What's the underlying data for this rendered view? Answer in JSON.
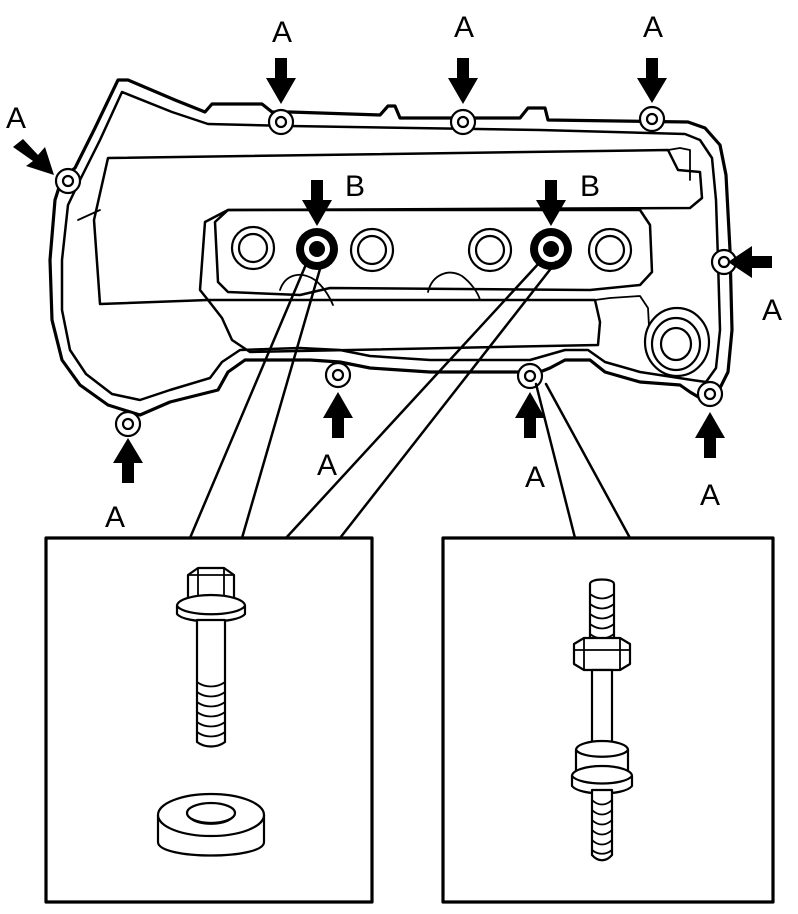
{
  "labels": {
    "a": "A",
    "b": "B"
  },
  "parts": {
    "cover": "cylinder-head-cover",
    "bolt_detail": "bolt-and-seal-washer",
    "stud_detail": "stud-bolt"
  }
}
